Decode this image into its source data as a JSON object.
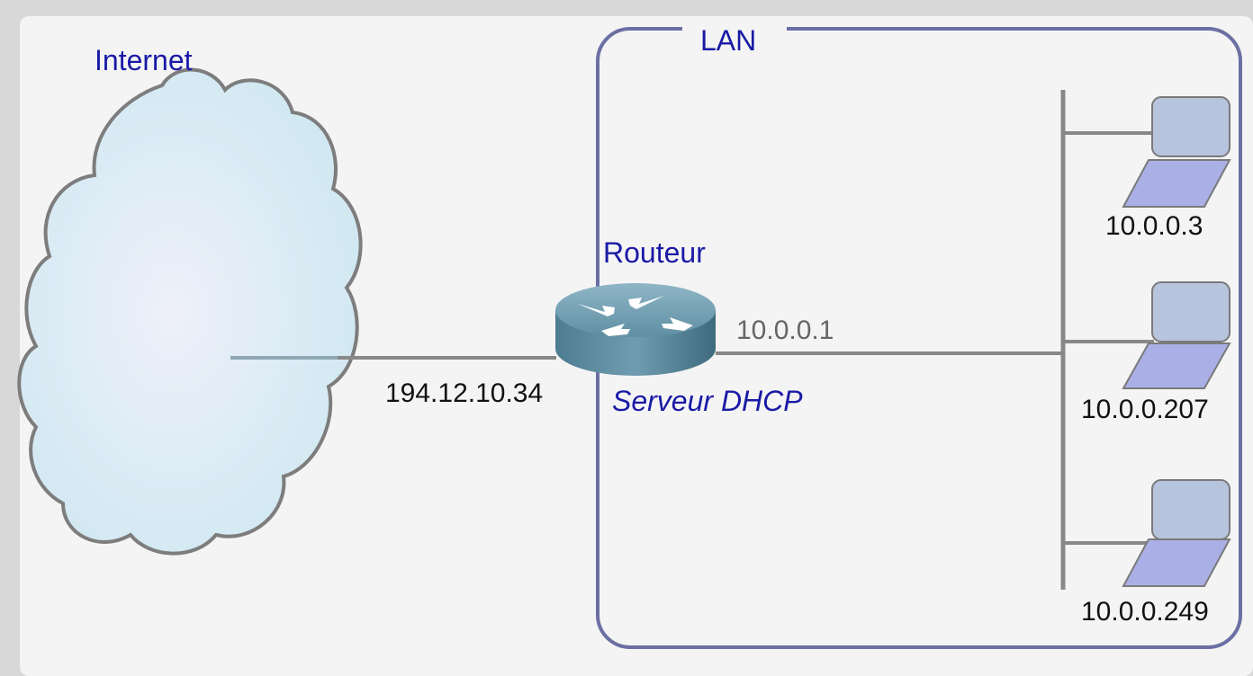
{
  "labels": {
    "internet": "Internet",
    "lan": "LAN",
    "router": "Routeur",
    "dhcp_server": "Serveur DHCP",
    "wan_ip": "194.12.10.34",
    "lan_ip": "10.0.0.1"
  },
  "hosts": [
    {
      "ip": "10.0.0.3"
    },
    {
      "ip": "10.0.0.207"
    },
    {
      "ip": "10.0.0.249"
    }
  ],
  "colors": {
    "label_blue": "#1a1aa6",
    "lan_border": "#6b6fa3",
    "link_gray": "#8a8a8a",
    "cloud_fill": "#d6ebf2",
    "cloud_stroke": "#7d7d7d",
    "router_body": "#5f8fa3",
    "screen_fill": "#b7c4de",
    "keyboard_fill": "#aab0e6"
  }
}
